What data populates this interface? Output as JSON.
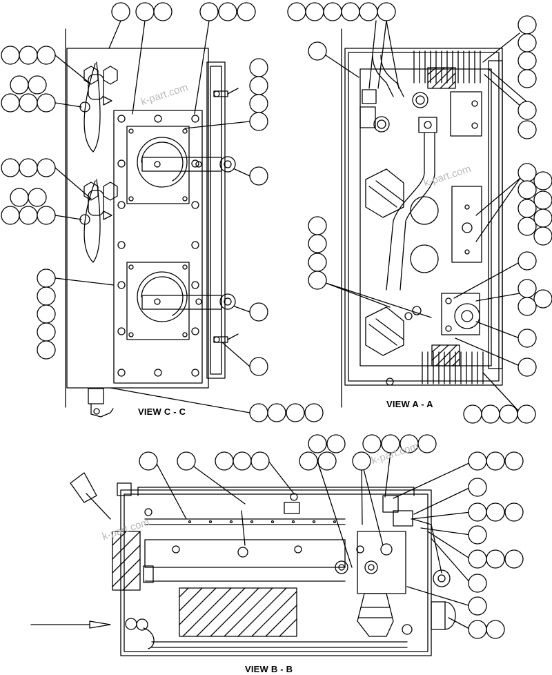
{
  "views": {
    "c": {
      "label": "VIEW C - C"
    },
    "a": {
      "label": "VIEW A - A"
    },
    "b": {
      "label": "VIEW B - B"
    }
  },
  "watermark": "k-part.com",
  "colors": {
    "line": "#000000",
    "callout_fill": "#ffffff",
    "watermark": "#b9b9b9"
  }
}
